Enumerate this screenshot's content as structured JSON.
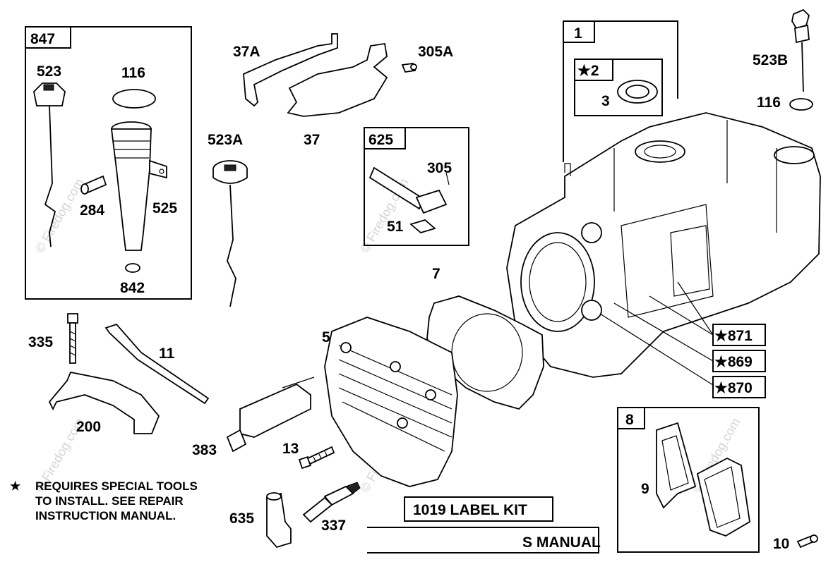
{
  "boxes": {
    "b847": "847",
    "b625": "625",
    "b1": "1",
    "b2": "★2",
    "b8": "8",
    "b871": "★871",
    "b869": "★869",
    "b870": "★870"
  },
  "labels": {
    "l523": "523",
    "l116a": "116",
    "l284": "284",
    "l525": "525",
    "l842": "842",
    "l37A": "37A",
    "l305A": "305A",
    "l37": "37",
    "l523A": "523A",
    "l305": "305",
    "l51": "51",
    "l3": "3",
    "l523B": "523B",
    "l116b": "116",
    "l7": "7",
    "l335": "335",
    "l11": "11",
    "l200": "200",
    "l5": "5",
    "l383": "383",
    "l13": "13",
    "l635": "635",
    "l337": "337",
    "l9": "9",
    "l10": "10"
  },
  "note": {
    "star": "★",
    "line1": "REQUIRES SPECIAL TOOLS",
    "line2": "TO INSTALL.  SEE REPAIR",
    "line3": "INSTRUCTION MANUAL."
  },
  "kits": {
    "label_kit": "1019 LABEL KIT",
    "manual": "S MANUAL"
  },
  "watermark": "© Firedog.com"
}
